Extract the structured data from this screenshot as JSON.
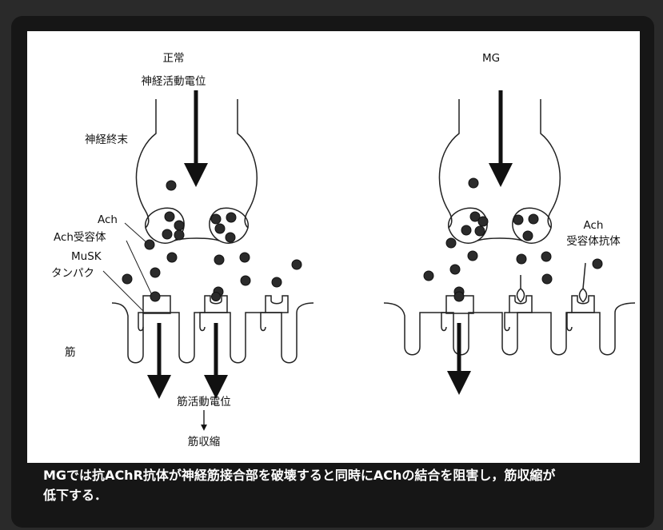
{
  "normal": {
    "title": "正常",
    "nerve_potential": "神経活動電位",
    "nerve_terminal": "神経終末",
    "ach": "Ach",
    "ach_receptor": "Ach受容体",
    "musk": "MuSK",
    "musk_protein": "タンパク",
    "muscle": "筋",
    "muscle_potential": "筋活動電位",
    "muscle_contraction": "筋収縮"
  },
  "mg": {
    "title": "MG",
    "ach": "Ach",
    "antibody": "受容体抗体"
  },
  "caption": {
    "line1": "MGでは抗AChR抗体が神経筋接合部を破壊すると同時にAChの結合を阻害し，筋収縮が",
    "line2": "低下する．"
  },
  "colors": {
    "frame": "#161616",
    "panel": "#ffffff",
    "caption_text": "#ffffff",
    "ink": "#222222"
  }
}
